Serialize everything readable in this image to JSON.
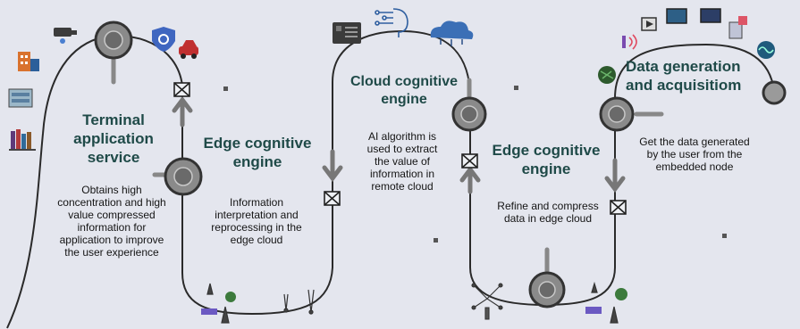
{
  "stages": [
    {
      "id": "terminal",
      "title": "Terminal application service",
      "title_lines": [
        "Terminal",
        "application",
        "service"
      ],
      "desc_lines": [
        "Obtains high",
        "concentration and high",
        "value  compressed",
        "information for",
        "application to improve",
        "the user experience"
      ]
    },
    {
      "id": "edge1",
      "title": "Edge cognitive engine",
      "title_lines": [
        "Edge cognitive",
        "engine"
      ],
      "desc_lines": [
        "Information",
        "interpretation and",
        "reprocessing in the",
        "edge cloud"
      ]
    },
    {
      "id": "cloud",
      "title": "Cloud cognitive engine",
      "title_lines": [
        "Cloud cognitive",
        "engine"
      ],
      "desc_lines": [
        "AI algorithm is",
        "used to extract",
        "the value of",
        "information in",
        "remote cloud"
      ]
    },
    {
      "id": "edge2",
      "title": "Edge cognitive engine",
      "title_lines": [
        "Edge cognitive",
        "engine"
      ],
      "desc_lines": [
        "Refine and compress",
        "data in edge cloud"
      ]
    },
    {
      "id": "data",
      "title": "Data generation and acquisitiom",
      "title_lines": [
        "Data generation",
        "and acquisitiom"
      ],
      "desc_lines": [
        "Get the data generated",
        "by the user from the",
        "embedded node"
      ]
    }
  ],
  "colors": {
    "background": "#e4e6ee",
    "path": "#2a2a2a",
    "node": "#8a8a8a",
    "title": "#1f4a48"
  },
  "icons": [
    "building-icon",
    "server-icon",
    "books-icon",
    "camera-icon",
    "gear-shield-icon",
    "car-icon",
    "router-icon",
    "brain-icon",
    "cloud-icon",
    "media-icon",
    "sensor-icon",
    "antenna-icon",
    "satellite-icon"
  ]
}
